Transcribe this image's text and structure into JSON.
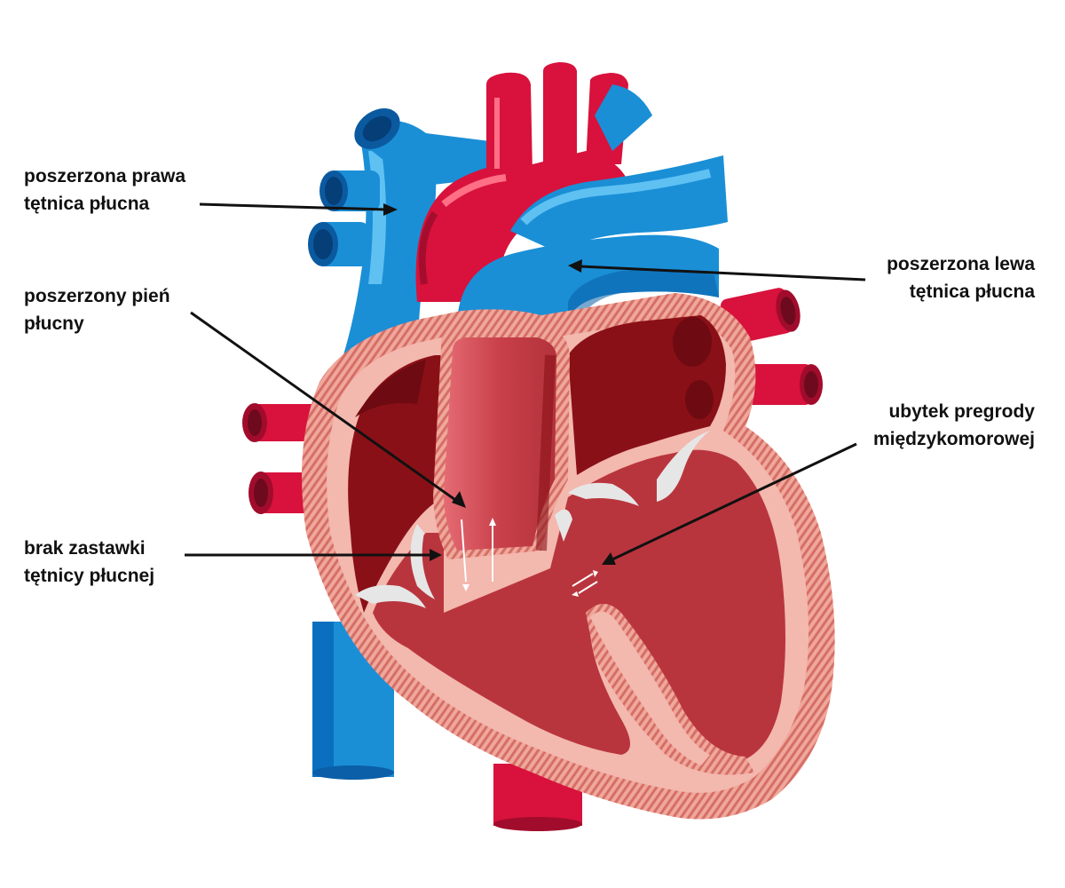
{
  "labels": {
    "right_pulmonary_artery": {
      "line1": "poszerzona prawa",
      "line2": "tętnica płucna"
    },
    "left_pulmonary_artery": {
      "line1": "poszerzona lewa",
      "line2": "tętnica płucna"
    },
    "pulmonary_trunk": {
      "line1": "poszerzony pień",
      "line2": "płucny"
    },
    "septal_defect": {
      "line1": "ubytek pregrody",
      "line2": "międzykomorowej"
    },
    "absent_valve": {
      "line1": "brak zastawki",
      "line2": "tętnicy płucnej"
    }
  },
  "colors": {
    "vein_blue": "#1a8fd6",
    "vein_blue_dark": "#0a5fa8",
    "artery_red": "#d8123c",
    "chamber_dark": "#8a1017",
    "chamber_mid": "#b9353d",
    "wall_pink": "#f3b8ae",
    "wall_stripe": "#d9766c",
    "valve_white": "#e6e6e6"
  }
}
